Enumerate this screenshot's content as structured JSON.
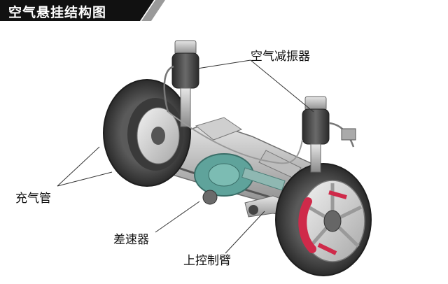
{
  "title": "空气悬挂结构图",
  "labels": {
    "air_shock": "空气减振器",
    "air_tube": "充气管",
    "differential": "差速器",
    "upper_arm": "上控制臂"
  },
  "colors": {
    "title_bg": "#111111",
    "brake_caliper": "#cf2a4a",
    "differential": "#5fa39b"
  },
  "icons": [
    "wheel-left",
    "wheel-right",
    "air-spring",
    "differential",
    "brake-caliper"
  ]
}
